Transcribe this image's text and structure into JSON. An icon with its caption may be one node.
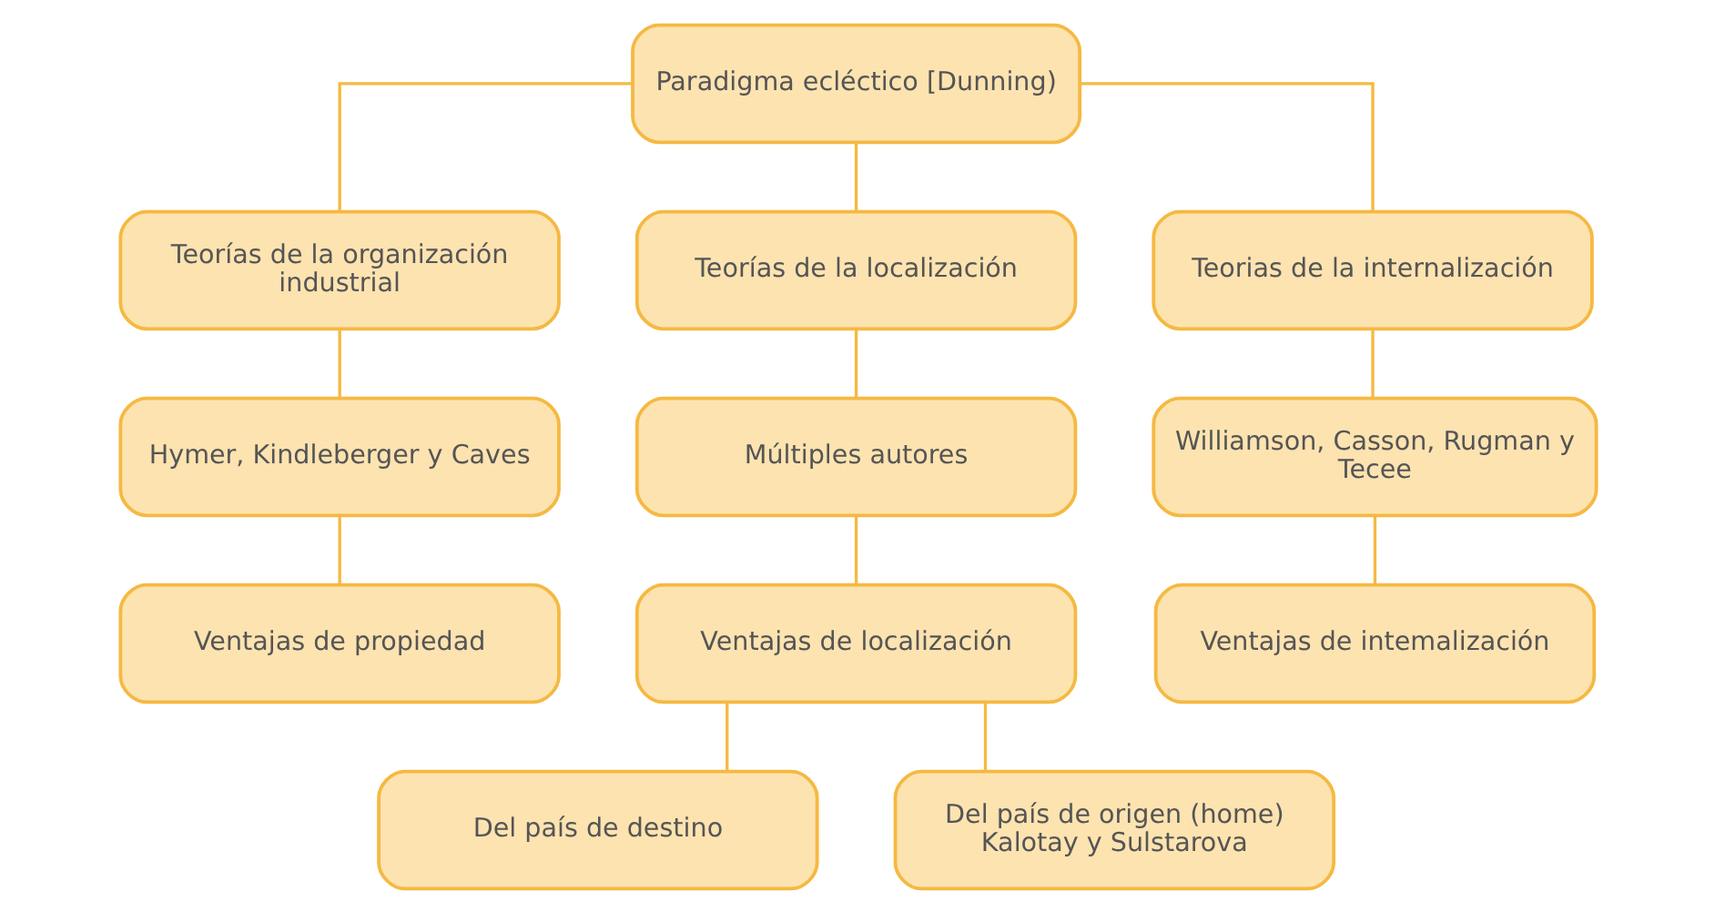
{
  "diagram": {
    "nodes": [
      {
        "text": [
          "Paradigma ecléctico [Dunning)"
        ]
      },
      {
        "text": [
          "Teorías de la organización industrial"
        ]
      },
      {
        "text": [
          "Teorías de la localización"
        ]
      },
      {
        "text": [
          "Teorias de la internalización"
        ]
      },
      {
        "text": [
          "Hymer, Kindleberger y Caves"
        ]
      },
      {
        "text": [
          "Múltiples autores"
        ]
      },
      {
        "text": [
          "Williamson, Casson, Rugman y Tecee"
        ]
      },
      {
        "text": [
          "Ventajas de propiedad"
        ]
      },
      {
        "text": [
          "Ventajas de localización"
        ]
      },
      {
        "text": [
          "Ventajas de intemalización"
        ]
      },
      {
        "text": [
          "Del país de destino"
        ]
      },
      {
        "text": [
          "Del país de origen (home) Kalotay y Sulstarova"
        ]
      }
    ],
    "edges": [
      {
        "from": 0,
        "to": 1,
        "arrow": "none"
      },
      {
        "from": 0,
        "to": 2,
        "arrow": "none"
      },
      {
        "from": 0,
        "to": 3,
        "arrow": "none"
      },
      {
        "from": 1,
        "to": 4,
        "arrow": "none"
      },
      {
        "from": 2,
        "to": 5,
        "arrow": "none"
      },
      {
        "from": 3,
        "to": 6,
        "arrow": "none"
      },
      {
        "from": 4,
        "to": 7,
        "arrow": "none"
      },
      {
        "from": 5,
        "to": 8,
        "arrow": "none"
      },
      {
        "from": 6,
        "to": 9,
        "arrow": "none"
      },
      {
        "from": 8,
        "to": 10,
        "arrow": "none"
      },
      {
        "from": 8,
        "to": 11,
        "arrow": "none"
      }
    ]
  }
}
